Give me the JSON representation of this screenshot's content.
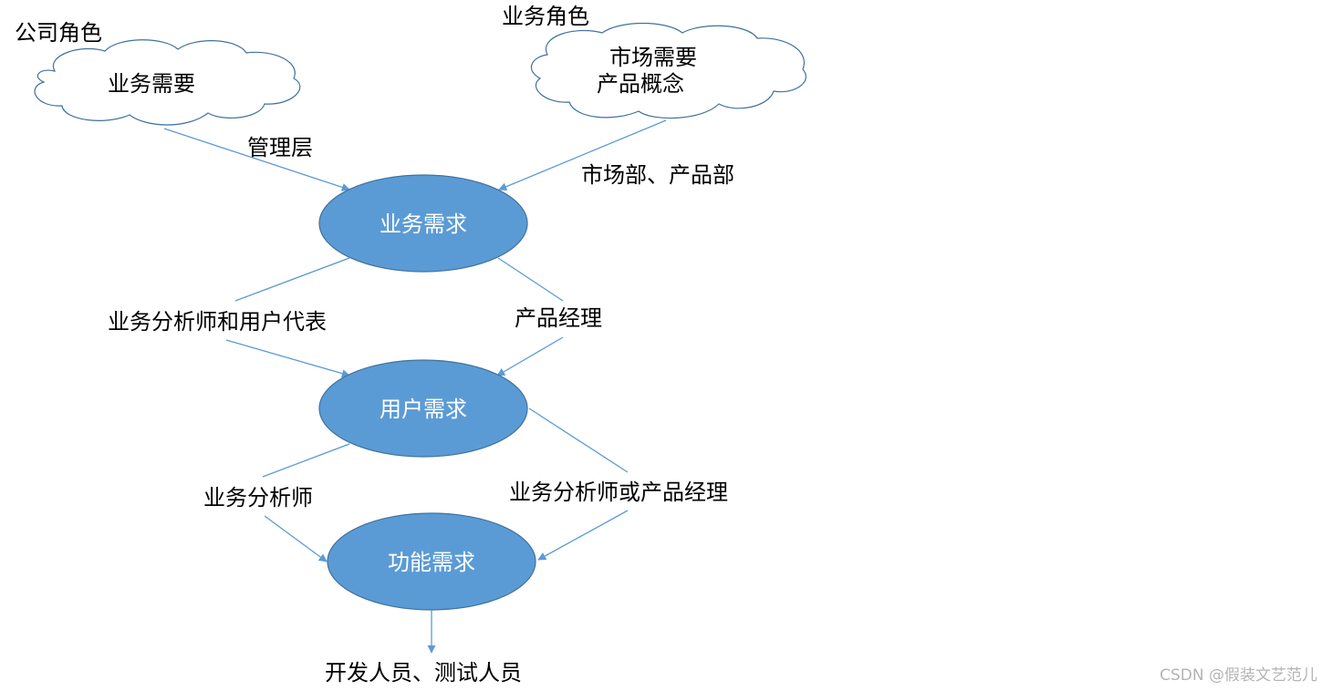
{
  "roles": {
    "company": "公司角色",
    "business": "业务角色"
  },
  "clouds": {
    "left": "业务需要",
    "right_line1": "市场需要",
    "right_line2": "产品概念"
  },
  "nodes": {
    "business_req": "业务需求",
    "user_req": "用户需求",
    "functional_req": "功能需求"
  },
  "edge_labels": {
    "management": "管理层",
    "market_product_dept": "市场部、产品部",
    "ba_and_user_rep": "业务分析师和用户代表",
    "product_manager": "产品经理",
    "business_analyst": "业务分析师",
    "ba_or_pm": "业务分析师或产品经理"
  },
  "output": "开发人员、测试人员",
  "watermark": "CSDN @假装文艺范儿",
  "colors": {
    "node_fill": "#5b9bd5",
    "node_stroke": "#41719c",
    "edge": "#5b9bd5",
    "cloud_stroke": "#41719c"
  }
}
